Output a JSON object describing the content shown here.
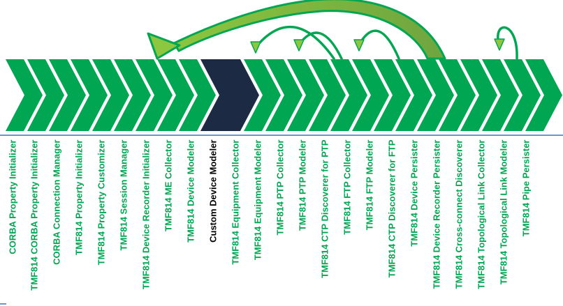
{
  "diagram": {
    "type": "process-chevron-flow",
    "colors": {
      "chevron_green": "#00A651",
      "highlight_navy": "#1C2B43",
      "arrow_light_green": "#8DC63F",
      "arrow_tail_green": "#6FA53F",
      "divider_blue": "#6C95CB",
      "label_green": "#00A651",
      "label_highlight": "#000000"
    },
    "stages": [
      {
        "label": "CORBA Property Initializer",
        "highlighted": false
      },
      {
        "label": "TMF814 CORBA Property Initializer",
        "highlighted": false
      },
      {
        "label": "CORBA Connection Manager",
        "highlighted": false
      },
      {
        "label": "TMF814 Property Initializer",
        "highlighted": false
      },
      {
        "label": "TMF814 Property Customizer",
        "highlighted": false
      },
      {
        "label": "TMF814 Session Manager",
        "highlighted": false
      },
      {
        "label": "TMF814 Device Recorder Initializer",
        "highlighted": false
      },
      {
        "label": "TMF814 ME Collector",
        "highlighted": false
      },
      {
        "label": "TMF814 Device Modeler",
        "highlighted": false
      },
      {
        "label": "Custom Device Modeler",
        "highlighted": true
      },
      {
        "label": "TMF814 Equipment Collector",
        "highlighted": false
      },
      {
        "label": "TMF814 Equipment Modeler",
        "highlighted": false
      },
      {
        "label": "TMF814 PTP Collector",
        "highlighted": false
      },
      {
        "label": "TMF814 PTP Modeler",
        "highlighted": false
      },
      {
        "label": "TMF814 CTP Discoverer for PTP",
        "highlighted": false
      },
      {
        "label": "TMF814 FTP Collector",
        "highlighted": false
      },
      {
        "label": "TMF814 FTP Modeler",
        "highlighted": false
      },
      {
        "label": "TMF814 CTP Discoverer for FTP",
        "highlighted": false
      },
      {
        "label": "TMF814 Device Persister",
        "highlighted": false
      },
      {
        "label": "TMF814 Device Recorder Persister",
        "highlighted": false
      },
      {
        "label": "TMF814 Cross-connect Discoverer",
        "highlighted": false
      },
      {
        "label": "TMF814 Topological Link Collector",
        "highlighted": false
      },
      {
        "label": "TMF814 Topological Link Modeler",
        "highlighted": false
      },
      {
        "label": "TMF814 Pipe Persister",
        "highlighted": false
      }
    ],
    "feedback_arrows": [
      {
        "name": "large-loopback-arrow",
        "from_stage": "TMF814 Device Recorder Persister",
        "to_stage": "TMF814 ME Collector"
      },
      {
        "name": "small-loopback-arc-1",
        "from_stage": "TMF814 CTP Discoverer for PTP",
        "to_stage": "TMF814 Equipment Modeler"
      },
      {
        "name": "small-loopback-arc-2",
        "from_stage": "TMF814 FTP Collector",
        "to_stage": "TMF814 PTP Modeler"
      },
      {
        "name": "small-loopback-arc-3",
        "from_stage": "TMF814 CTP Discoverer for FTP",
        "to_stage": "TMF814 FTP Collector"
      },
      {
        "name": "small-loopback-arc-4",
        "from_stage": "TMF814 Pipe Persister",
        "to_stage": "TMF814 Topological Link Modeler"
      }
    ]
  }
}
